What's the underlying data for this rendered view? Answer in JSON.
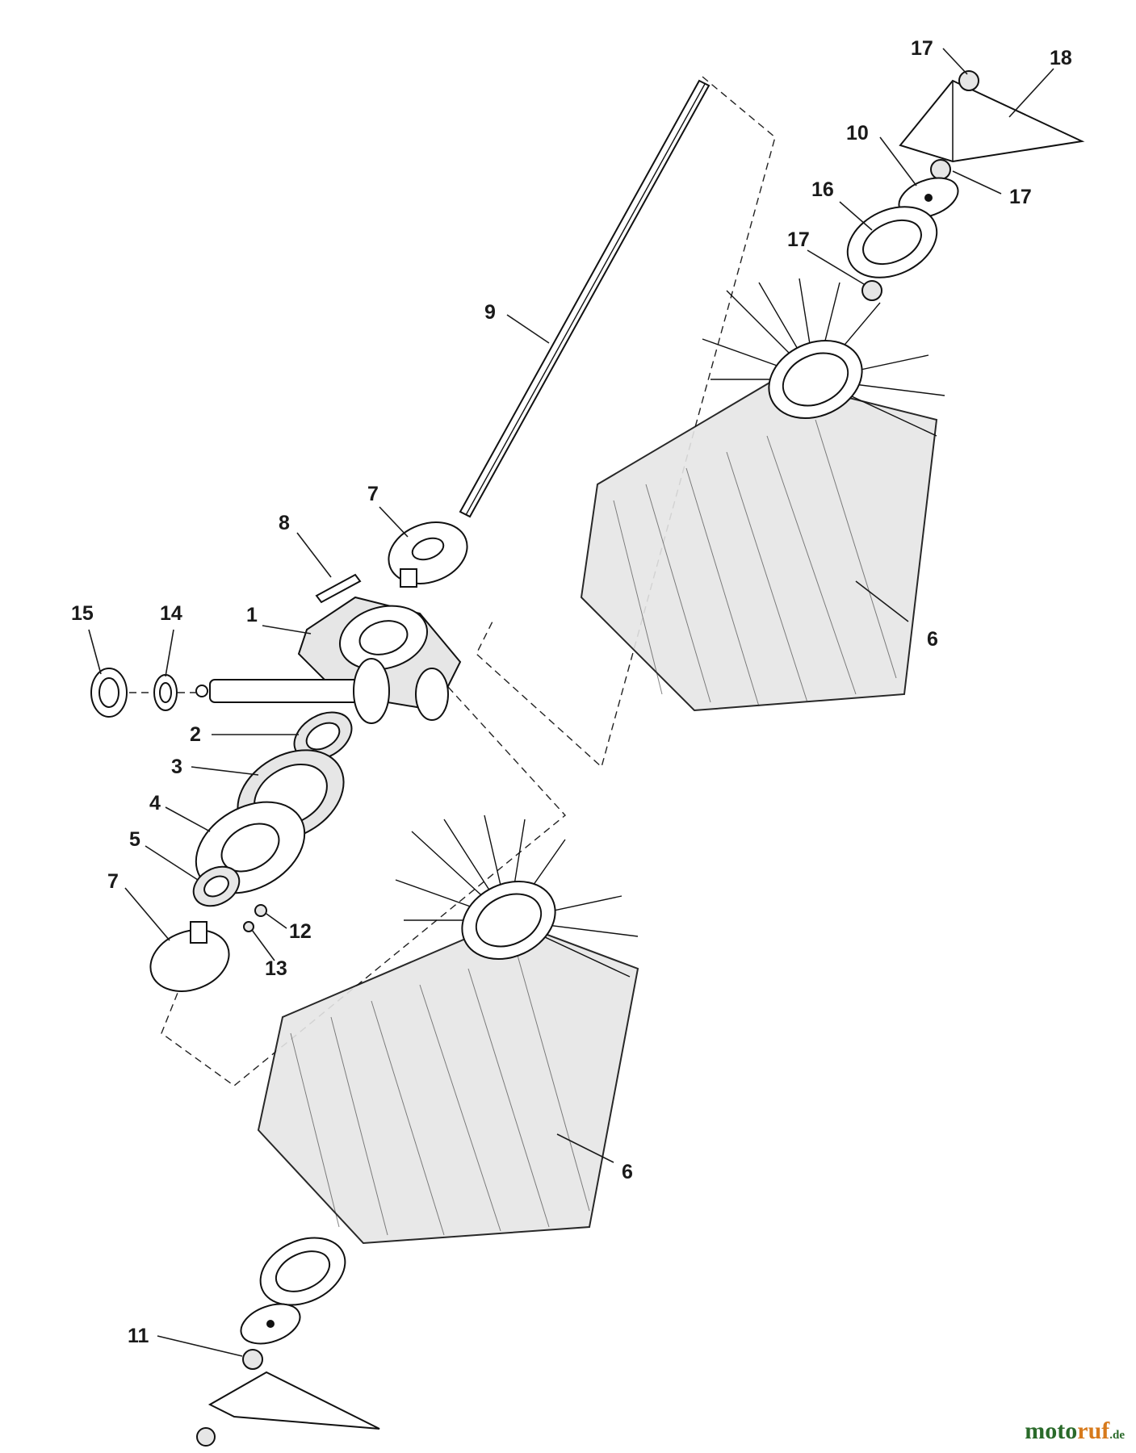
{
  "callouts": {
    "c1": "1",
    "c2": "2",
    "c3": "3",
    "c4": "4",
    "c5": "5",
    "c6a": "6",
    "c6b": "6",
    "c7a": "7",
    "c7b": "7",
    "c8": "8",
    "c9": "9",
    "c10": "10",
    "c11": "11",
    "c12": "12",
    "c13": "13",
    "c14": "14",
    "c15": "15",
    "c16": "16",
    "c17a": "17",
    "c17b": "17",
    "c17c": "17",
    "c18": "18"
  },
  "watermark": {
    "part1": "moto",
    "part2": "ruf",
    "part3": ".de"
  }
}
